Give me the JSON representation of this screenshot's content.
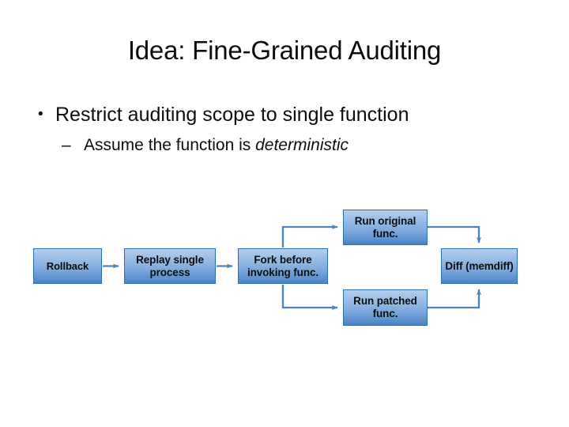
{
  "slide": {
    "title": "Idea: Fine-Grained Auditing",
    "background_color": "#FFFFFF",
    "text_color": "#0D0D0D"
  },
  "body": {
    "bullet_marker_level1": "•",
    "bullet_marker_level2": "–",
    "level1": "Restrict auditing scope to single function",
    "level2_prefix": "Assume the function is ",
    "level2_emphasis": "deterministic"
  },
  "diagram": {
    "type": "flowchart",
    "accent_color": "#4F81BD",
    "node_border_color": "#2E6FAE",
    "node_fill_top": "#B4CFEE",
    "node_fill_bottom": "#4784C6",
    "nodes": [
      {
        "id": "rollback",
        "label": "Rollback"
      },
      {
        "id": "replay",
        "label": "Replay single process"
      },
      {
        "id": "fork",
        "label": "Fork before invoking func."
      },
      {
        "id": "run-original",
        "label": "Run original func."
      },
      {
        "id": "run-patched",
        "label": "Run patched func."
      },
      {
        "id": "diff",
        "label": "Diff (memdiff)"
      }
    ],
    "edges": [
      {
        "from": "rollback",
        "to": "replay",
        "style": "straight-arrow"
      },
      {
        "from": "replay",
        "to": "fork",
        "style": "straight-arrow"
      },
      {
        "from": "fork",
        "to": "run-original",
        "style": "elbow-up-arrow"
      },
      {
        "from": "fork",
        "to": "run-patched",
        "style": "elbow-down-arrow"
      },
      {
        "from": "run-original",
        "to": "diff",
        "style": "elbow-down-arrow"
      },
      {
        "from": "run-patched",
        "to": "diff",
        "style": "elbow-up-arrow"
      }
    ]
  }
}
